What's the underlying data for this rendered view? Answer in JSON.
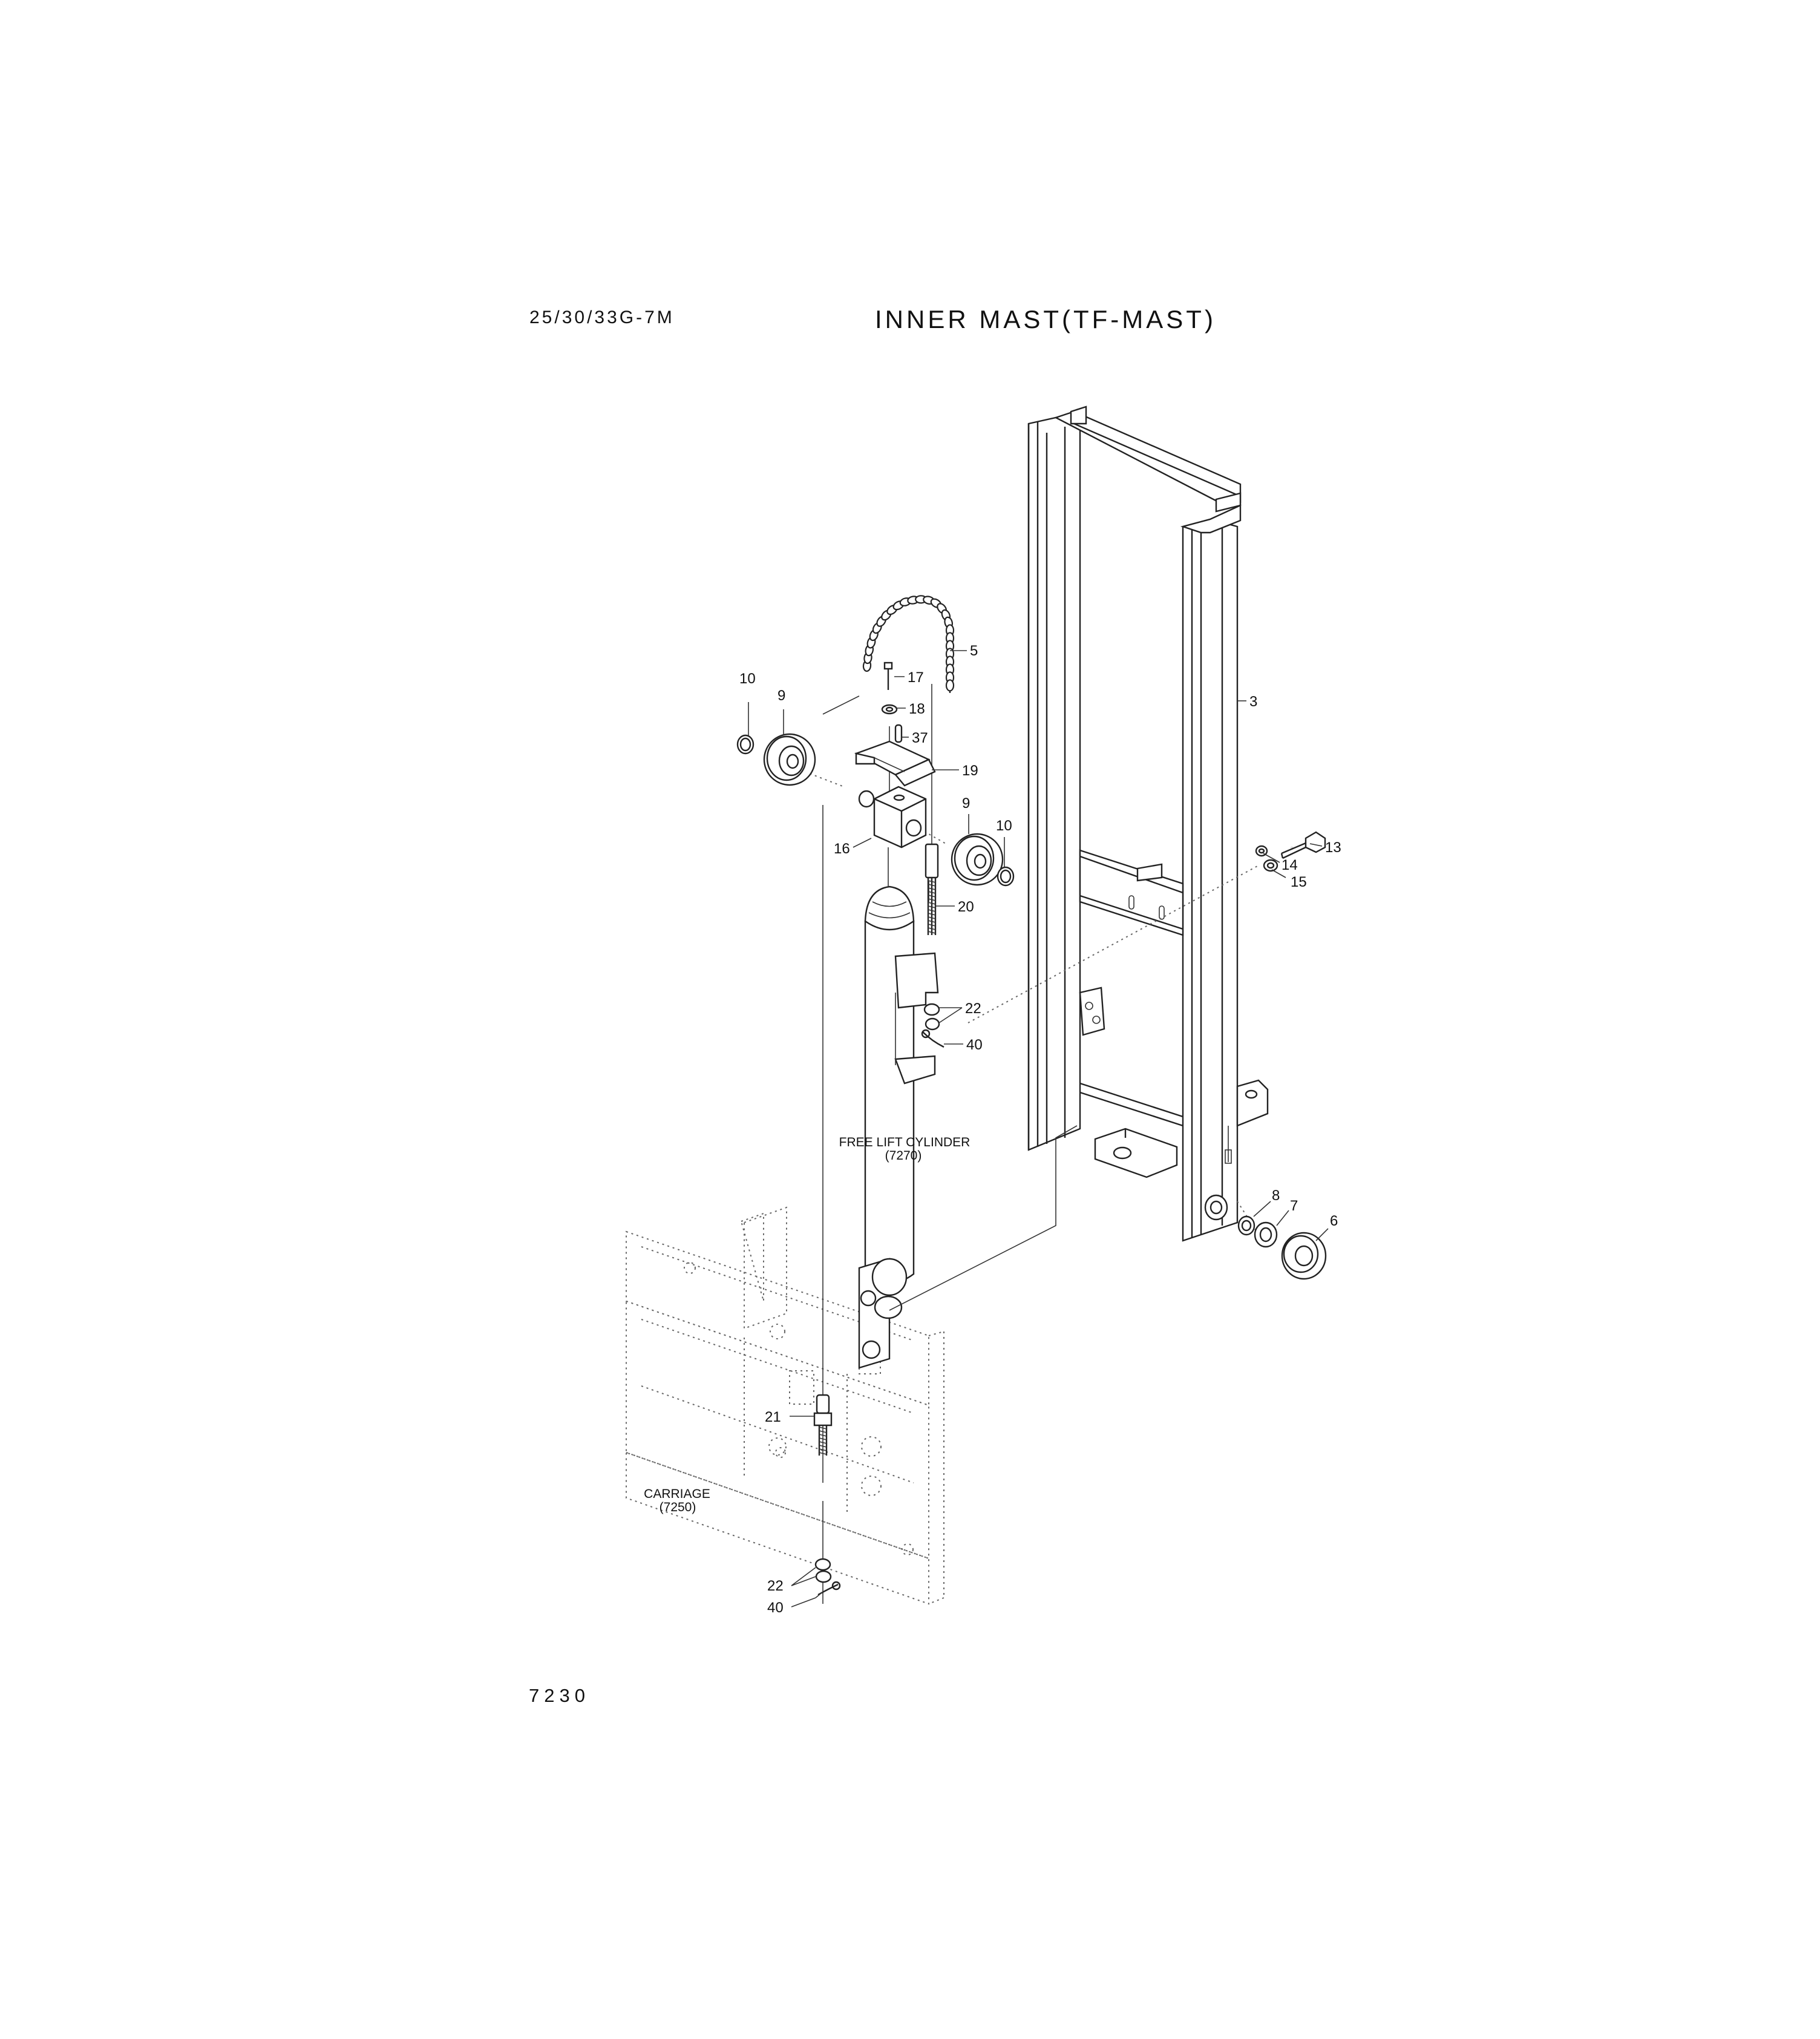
{
  "header": {
    "model": "25/30/33G-7M",
    "title": "INNER MAST(TF-MAST)"
  },
  "footer": {
    "page_number": "7230"
  },
  "callouts": {
    "c3": "3",
    "c5": "5",
    "c6": "6",
    "c7": "7",
    "c8": "8",
    "c9a": "9",
    "c9b": "9",
    "c10a": "10",
    "c10b": "10",
    "c13": "13",
    "c14": "14",
    "c15": "15",
    "c16": "16",
    "c17": "17",
    "c18": "18",
    "c19": "19",
    "c20": "20",
    "c21": "21",
    "c22a": "22",
    "c22b": "22",
    "c37": "37",
    "c40a": "40",
    "c40b": "40"
  },
  "references": {
    "cylinder_name": "FREE LIFT CYLINDER",
    "cylinder_code": "(7270)",
    "carriage_name": "CARRIAGE",
    "carriage_code": "(7250)"
  }
}
